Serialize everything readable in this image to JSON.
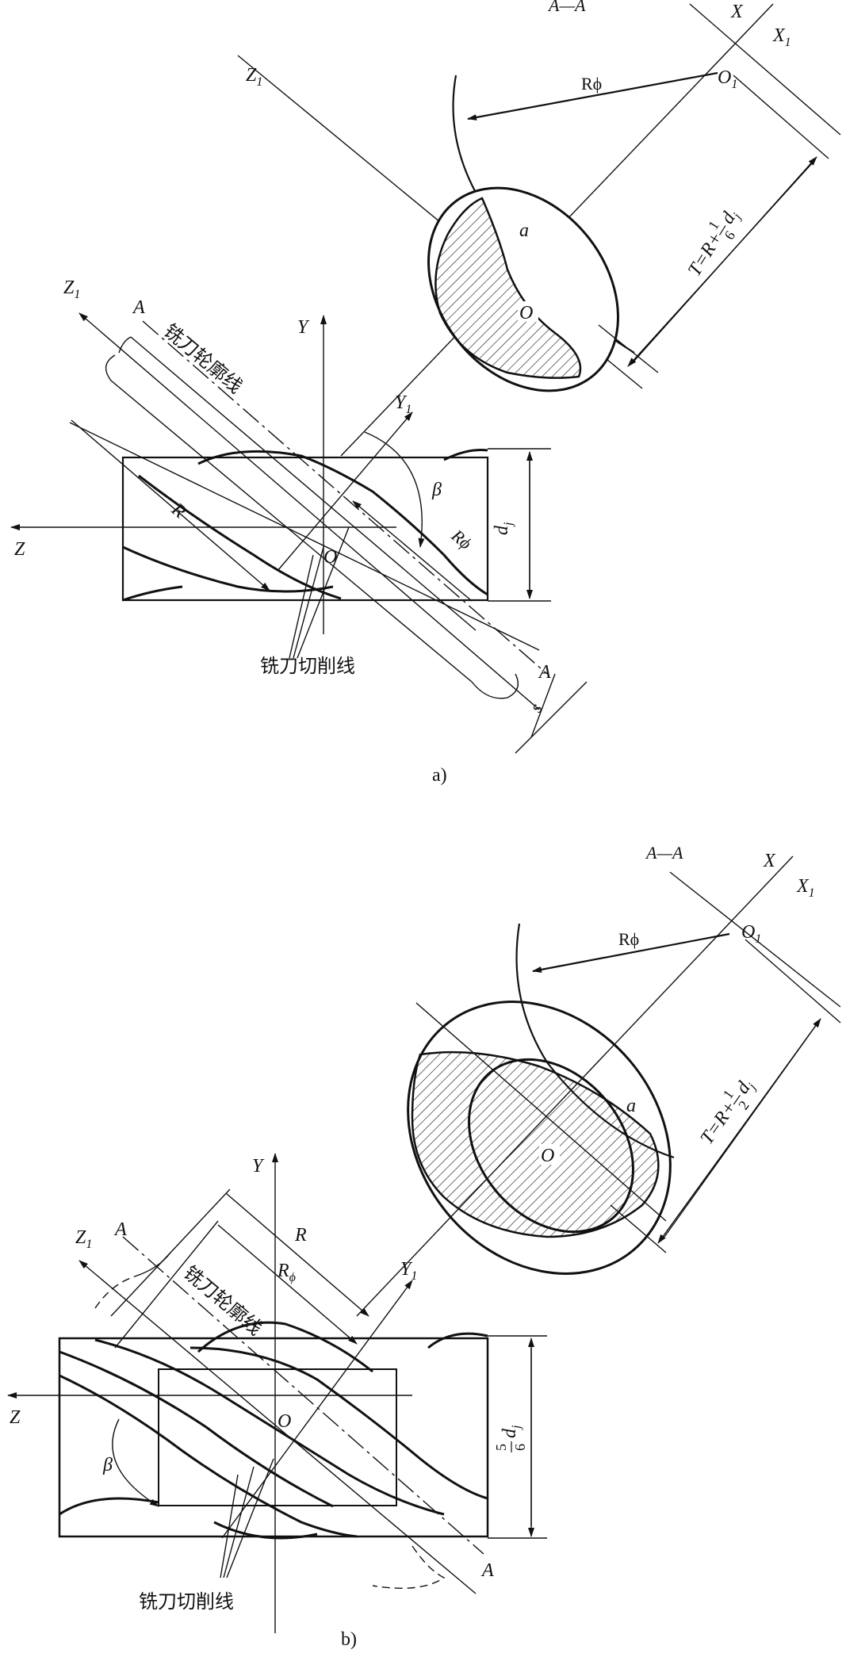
{
  "figure_a": {
    "caption": "a)",
    "section_label": "A—A",
    "axis_x": "X",
    "axis_x1": "X",
    "axis_x1_sub": "1",
    "axis_z1_top": "Z",
    "axis_z1_top_sub": "1",
    "axis_z1": "Z",
    "axis_z1_sub": "1",
    "axis_y": "Y",
    "axis_y1": "Y",
    "axis_y1_sub": "1",
    "axis_z": "Z",
    "center_o1": "O",
    "center_o1_sub": "1",
    "center_o_section": "O",
    "center_o": "O",
    "radius_label_section": "Rϕ",
    "radius_label": "R",
    "radius_phi": "Rϕ",
    "point_a": "a",
    "section_mark_top": "A",
    "section_mark_bottom": "A",
    "distance_formula": "T=R+",
    "fraction_num": "1",
    "fraction_den": "6",
    "fraction_tail": "d",
    "fraction_tail_sub": "j",
    "beta": "β",
    "diameter": "d",
    "diameter_sub": "j",
    "offset_s": "s",
    "cutter_profile_label": "铣刀轮廓线",
    "cutting_line_label": "铣刀切削线"
  },
  "figure_b": {
    "caption": "b)",
    "section_label": "A—A",
    "axis_x": "X",
    "axis_x1": "X",
    "axis_x1_sub": "1",
    "axis_z1": "Z",
    "axis_z1_sub": "1",
    "axis_y": "Y",
    "axis_y1": "Y",
    "axis_y1_sub": "1",
    "axis_z": "Z",
    "center_o1": "O",
    "center_o1_sub": "1",
    "center_o_section": "O",
    "center_o": "O",
    "radius_label_section": "Rϕ",
    "radius_label": "R",
    "radius_phi": "R",
    "radius_phi_sub": "ϕ",
    "point_a": "a",
    "section_mark_top": "A",
    "section_mark_bottom": "A",
    "distance_formula": "T=R+",
    "fraction_num": "1",
    "fraction_den": "2",
    "fraction_tail": "d",
    "fraction_tail_sub": "j",
    "beta": "β",
    "diameter_num": "5",
    "diameter_den": "6",
    "diameter": "d",
    "diameter_sub": "j",
    "cutter_profile_label": "铣刀轮廓线",
    "cutting_line_label": "铣刀切削线"
  }
}
